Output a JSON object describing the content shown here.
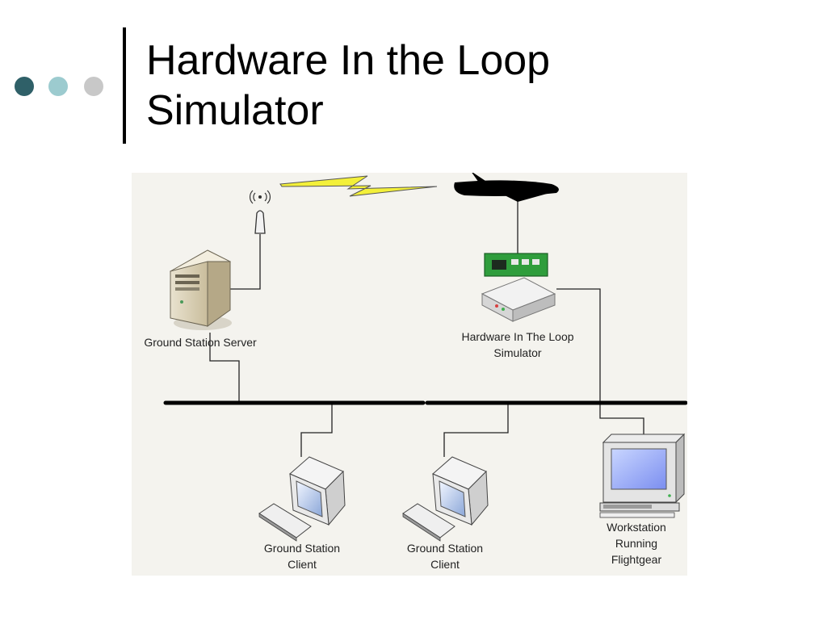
{
  "slide": {
    "title_line1": "Hardware In the Loop",
    "title_line2": "Simulator"
  },
  "colors": {
    "bullet_1": "#2f6068",
    "bullet_2": "#9ccbcf",
    "bullet_3": "#c8c8c8",
    "panel_background": "#f4f3ee",
    "lightning": "#f3f03a",
    "circuit_board": "#2f9d3c"
  },
  "icons": [
    "antenna-icon",
    "lightning-icon",
    "airplane-icon",
    "server-tower-icon",
    "circuit-board-icon",
    "hil-simulator-box-icon",
    "client-computer-icon",
    "workstation-icon",
    "keyboard-icon"
  ],
  "diagram": {
    "ground_station_server": "Ground Station Server",
    "hil_simulator": {
      "line1": "Hardware In The Loop",
      "line2": "Simulator"
    },
    "client_1": {
      "line1": "Ground Station",
      "line2": "Client"
    },
    "client_2": {
      "line1": "Ground Station",
      "line2": "Client"
    },
    "workstation": {
      "line1": "Workstation",
      "line2": "Running",
      "line3": "Flightgear"
    }
  }
}
